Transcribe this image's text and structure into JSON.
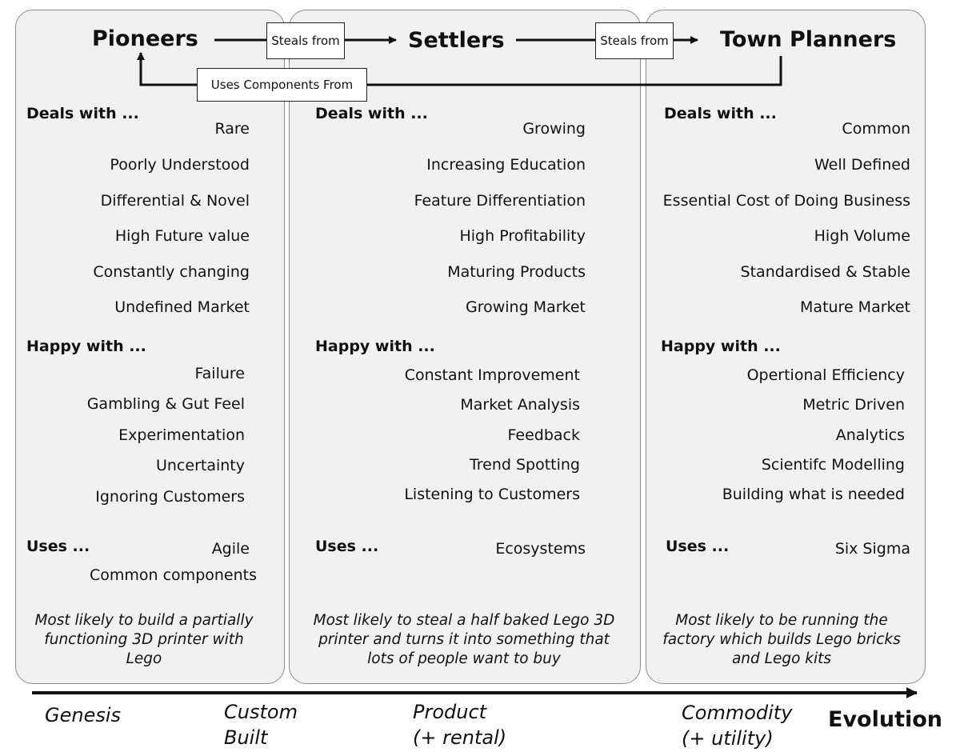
{
  "columns": {
    "pioneers": {
      "title": "Pioneers",
      "deals_header": "Deals with ...",
      "deals": [
        "Rare",
        "Poorly Understood",
        "Differential & Novel",
        "High Future value",
        "Constantly changing",
        "Undefined Market"
      ],
      "happy_header": "Happy with ...",
      "happy": [
        "Failure",
        "Gambling & Gut Feel",
        "Experimentation",
        "Uncertainty",
        "Ignoring Customers"
      ],
      "uses_header": "Uses ...",
      "uses": [
        "Agile",
        "Common components"
      ],
      "note": "Most likely to build a partially functioning 3D printer with Lego"
    },
    "settlers": {
      "title": "Settlers",
      "deals_header": "Deals with ...",
      "deals": [
        "Growing",
        "Increasing Education",
        "Feature Differentiation",
        "High Profitability",
        "Maturing Products",
        "Growing Market"
      ],
      "happy_header": "Happy with ...",
      "happy": [
        "Constant Improvement",
        "Market Analysis",
        "Feedback",
        "Trend Spotting",
        "Listening to Customers"
      ],
      "uses_header": "Uses ...",
      "uses": [
        "Ecosystems"
      ],
      "note": "Most likely to steal a half baked Lego 3D printer and turns it into something that lots of people want to buy"
    },
    "planners": {
      "title": "Town Planners",
      "deals_header": "Deals with ...",
      "deals": [
        "Common",
        "Well Defined",
        "Essential Cost of Doing Business",
        "High Volume",
        "Standardised & Stable",
        "Mature Market"
      ],
      "happy_header": "Happy with ...",
      "happy": [
        "Opertional Efficiency",
        "Metric Driven",
        "Analytics",
        "Scientifc Modelling",
        "Building what is needed"
      ],
      "uses_header": "Uses ...",
      "uses": [
        "Six Sigma"
      ],
      "note": "Most likely to be running the factory which builds Lego bricks and Lego kits"
    }
  },
  "connectors": {
    "steals_from_1": "Steals from",
    "steals_from_2": "Steals from",
    "uses_components": "Uses Components From"
  },
  "axis": {
    "stages": [
      {
        "line1": "Genesis",
        "line2": ""
      },
      {
        "line1": "Custom",
        "line2": "Built"
      },
      {
        "line1": "Product",
        "line2": "(+ rental)"
      },
      {
        "line1": "Commodity",
        "line2": "(+ utility)"
      }
    ],
    "label": "Evolution"
  }
}
